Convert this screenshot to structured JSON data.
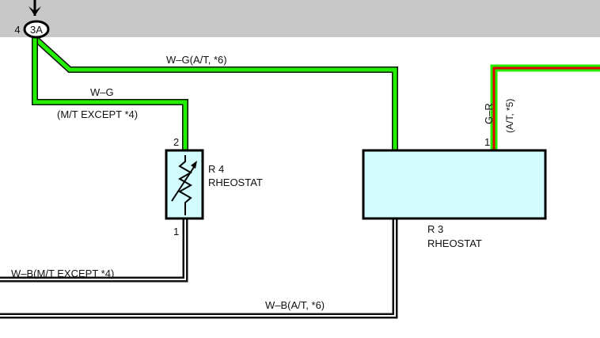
{
  "connector": {
    "id": "3A",
    "pin": "4"
  },
  "wires": {
    "wg_at": "W–G(A/T, *6)",
    "wg": "W–G",
    "wg_mt_note": "(M/T EXCEPT *4)",
    "gr": "G–R",
    "gr_note": "(A/T, *5)",
    "wb_mt": "W–B(M/T EXCEPT *4)",
    "wb_at": "W–B(A/T, *6)"
  },
  "components": {
    "r4": {
      "id": "R 4",
      "name": "RHEOSTAT",
      "pin_top": "2",
      "pin_bottom": "1"
    },
    "r3": {
      "id": "R 3",
      "name": "RHEOSTAT",
      "pin_top": "1"
    }
  },
  "colors": {
    "wire_green": "#22ee00",
    "wire_red": "#e00000",
    "wire_black": "#000000",
    "component_fill": "#d2fcfd",
    "header_band": "#c8c8c8"
  }
}
